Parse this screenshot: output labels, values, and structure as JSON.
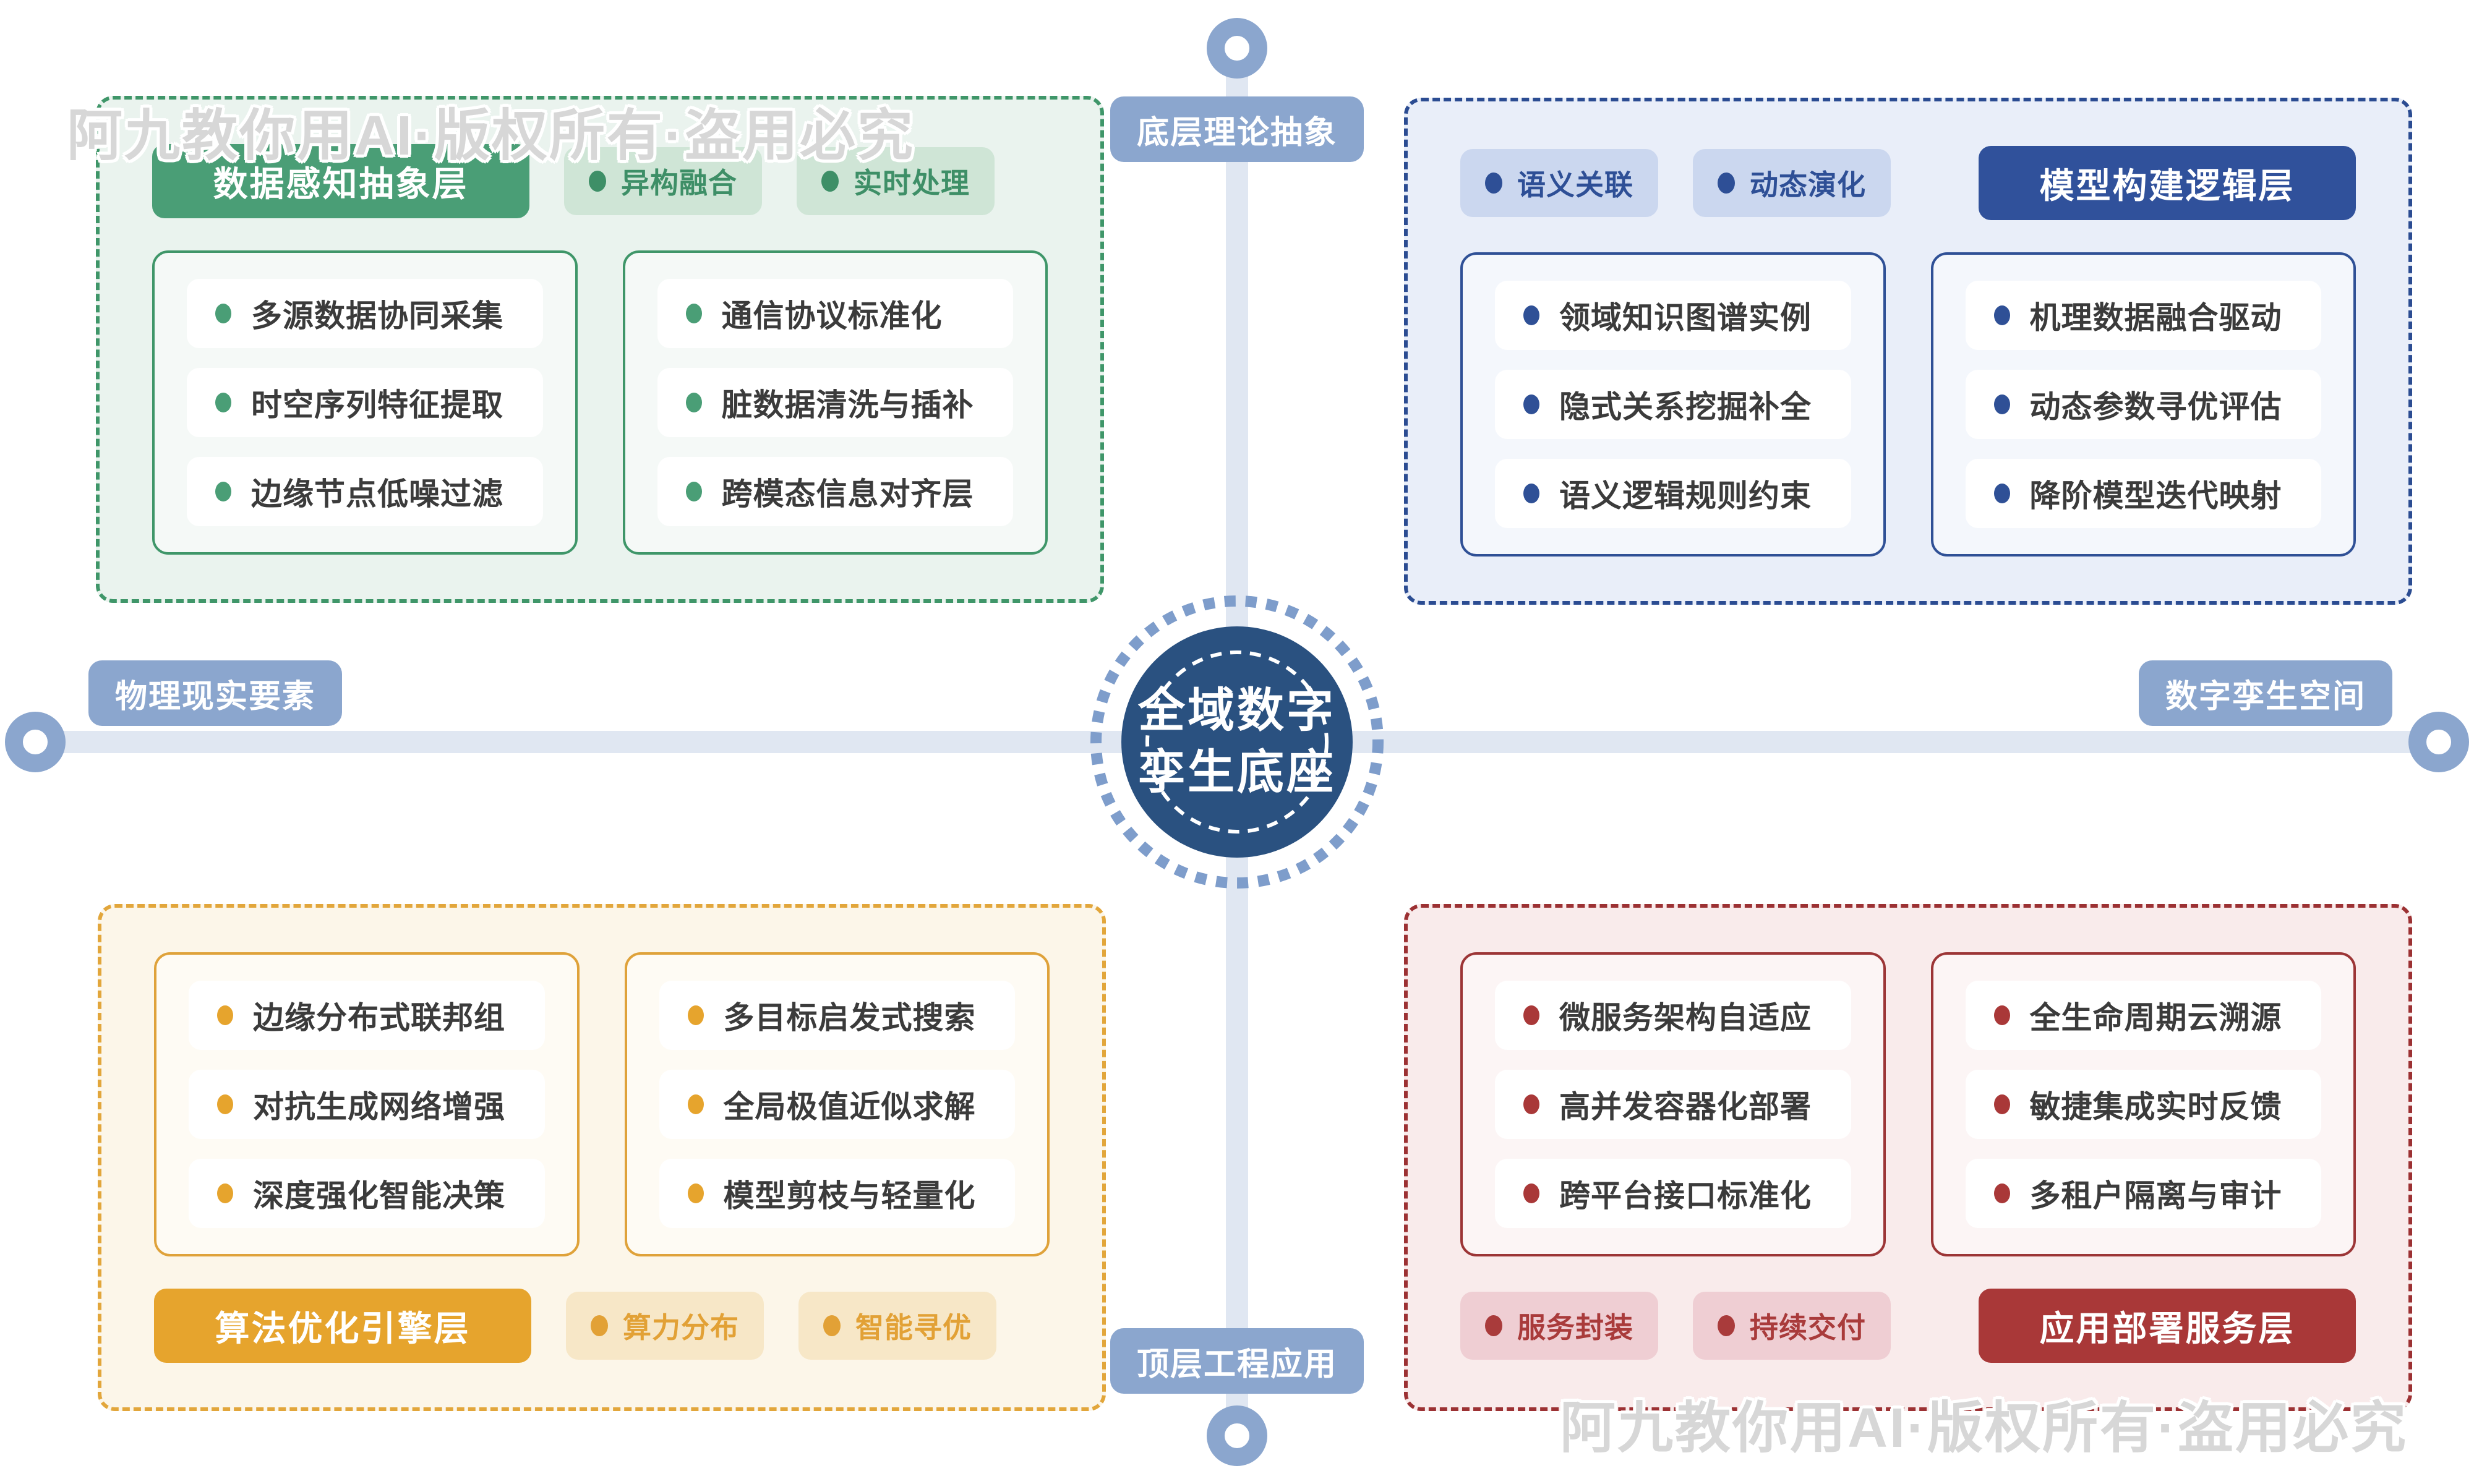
{
  "watermark": "阿九教你用AI·版权所有·盗用必究",
  "center": {
    "line1": "全域数字",
    "line2": "孪生底座"
  },
  "axis": {
    "top": "底层理论抽象",
    "bottom": "顶层工程应用",
    "left": "物理现实要素",
    "right": "数字孪生空间"
  },
  "colors": {
    "green_accent": "#4A9E76",
    "blue_accent": "#30519B",
    "orange_accent": "#E6A42D",
    "red_accent": "#A93838",
    "axis_line": "#E0E7F2",
    "axis_label_bg": "#8BA6CE",
    "hub_fill": "#2A5180",
    "hub_ring": "#7E9DCB"
  },
  "quadrants": {
    "top_left": {
      "title": "数据感知抽象层",
      "tags": [
        "异构融合",
        "实时处理"
      ],
      "cards": [
        {
          "items": [
            "多源数据协同采集",
            "时空序列特征提取",
            "边缘节点低噪过滤"
          ]
        },
        {
          "items": [
            "通信协议标准化",
            "脏数据清洗与插补",
            "跨模态信息对齐层"
          ]
        }
      ]
    },
    "top_right": {
      "title": "模型构建逻辑层",
      "tags": [
        "语义关联",
        "动态演化"
      ],
      "cards": [
        {
          "items": [
            "领域知识图谱实例",
            "隐式关系挖掘补全",
            "语义逻辑规则约束"
          ]
        },
        {
          "items": [
            "机理数据融合驱动",
            "动态参数寻优评估",
            "降阶模型迭代映射"
          ]
        }
      ]
    },
    "bottom_left": {
      "title": "算法优化引擎层",
      "tags": [
        "算力分布",
        "智能寻优"
      ],
      "cards": [
        {
          "items": [
            "边缘分布式联邦组",
            "对抗生成网络增强",
            "深度强化智能决策"
          ]
        },
        {
          "items": [
            "多目标启发式搜索",
            "全局极值近似求解",
            "模型剪枝与轻量化"
          ]
        }
      ]
    },
    "bottom_right": {
      "title": "应用部署服务层",
      "tags": [
        "服务封装",
        "持续交付"
      ],
      "cards": [
        {
          "items": [
            "微服务架构自适应",
            "高并发容器化部署",
            "跨平台接口标准化"
          ]
        },
        {
          "items": [
            "全生命周期云溯源",
            "敏捷集成实时反馈",
            "多租户隔离与审计"
          ]
        }
      ]
    }
  }
}
